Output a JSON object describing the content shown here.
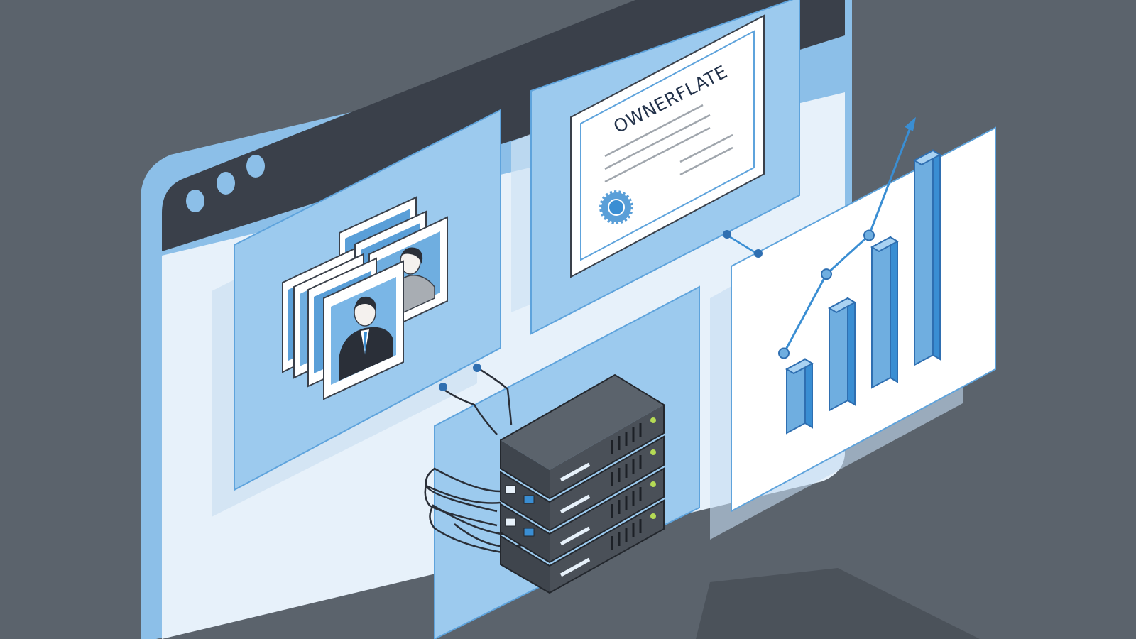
{
  "certificate": {
    "title": "OWNERFLATE"
  },
  "window": {
    "controls": [
      "window-dot",
      "window-dot",
      "window-dot"
    ]
  },
  "chart_data": {
    "type": "bar",
    "categories": [
      "",
      "",
      "",
      ""
    ],
    "values": [
      25,
      40,
      55,
      80
    ],
    "overlay_line": [
      25,
      46,
      52,
      85
    ],
    "ylim": [
      0,
      100
    ],
    "grid": false,
    "legend": "none"
  },
  "colors": {
    "background": "#5b636c",
    "window_frame": "#8cbfe8",
    "window_bar": "#3a404a",
    "panel": "#9ccaee",
    "accent": "#3a8ed3",
    "server": "#4a5058",
    "led": "#b5db55"
  },
  "icons": {
    "photos": "id-photo-stack-icon",
    "server": "server-rack-icon",
    "seal": "certificate-seal-icon",
    "trend": "trend-arrow-icon"
  }
}
